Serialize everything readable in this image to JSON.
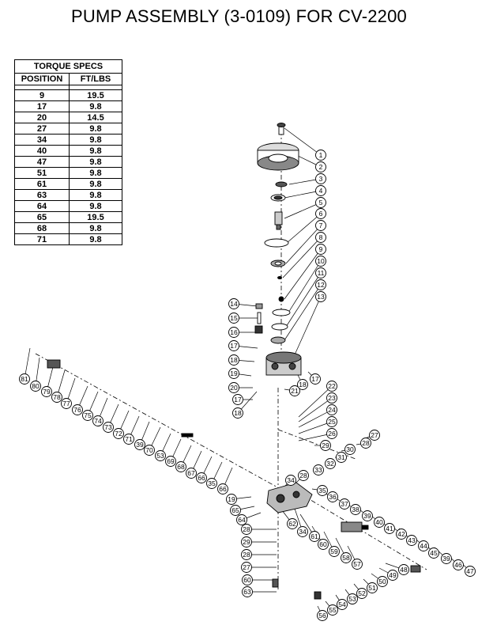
{
  "title": "PUMP ASSEMBLY (3-0109) FOR CV-2200",
  "torque_table": {
    "caption": "TORQUE SPECS",
    "headers": [
      "POSITION",
      "FT/LBS"
    ],
    "rows": [
      [
        "9",
        "19.5"
      ],
      [
        "17",
        "9.8"
      ],
      [
        "20",
        "14.5"
      ],
      [
        "27",
        "9.8"
      ],
      [
        "34",
        "9.8"
      ],
      [
        "40",
        "9.8"
      ],
      [
        "47",
        "9.8"
      ],
      [
        "51",
        "9.8"
      ],
      [
        "61",
        "9.8"
      ],
      [
        "63",
        "9.8"
      ],
      [
        "64",
        "9.8"
      ],
      [
        "65",
        "19.5"
      ],
      [
        "68",
        "9.8"
      ],
      [
        "71",
        "9.8"
      ]
    ]
  },
  "callouts": {
    "top_column": [
      "1",
      "2",
      "3",
      "4",
      "5",
      "6",
      "7",
      "8",
      "9",
      "10",
      "11",
      "12",
      "13"
    ],
    "upper_left": [
      "14",
      "15",
      "16",
      "17",
      "18",
      "19",
      "20",
      "17",
      "18"
    ],
    "upper_right": [
      "18",
      "17",
      "21"
    ],
    "mid_right": [
      "22",
      "23",
      "24",
      "25",
      "26",
      "29",
      "28",
      "27",
      "30",
      "31",
      "32",
      "33"
    ],
    "left_diagonal": [
      "81",
      "80",
      "79",
      "78",
      "77",
      "76",
      "75",
      "74",
      "73",
      "72",
      "71",
      "39",
      "70",
      "53",
      "69",
      "68",
      "67",
      "66",
      "35",
      "66"
    ],
    "center": [
      "28",
      "34",
      "19",
      "65",
      "64",
      "62",
      "34",
      "61",
      "60",
      "59",
      "58",
      "57"
    ],
    "right_diagonal": [
      "35",
      "36",
      "37",
      "38",
      "39",
      "40",
      "41",
      "42",
      "43",
      "44",
      "45",
      "39",
      "46",
      "47",
      "48",
      "49",
      "50",
      "51",
      "52",
      "53",
      "54",
      "55",
      "56"
    ],
    "bottom_left": [
      "28",
      "29",
      "28",
      "27",
      "60",
      "63"
    ]
  }
}
